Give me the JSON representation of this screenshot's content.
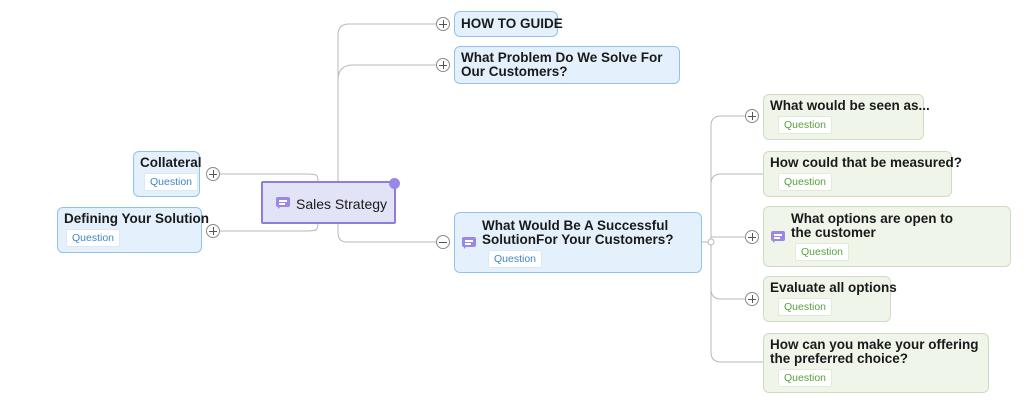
{
  "central": {
    "title": "Sales Strategy"
  },
  "left": [
    {
      "title": "Collateral",
      "tag": "Question"
    },
    {
      "title": "Defining Your Solution",
      "tag": "Question"
    }
  ],
  "right": [
    {
      "title": "HOW TO GUIDE"
    },
    {
      "title": "What Problem Do We Solve For Our Customers?"
    },
    {
      "title": "What Would Be A Successful SolutionFor Your Customers?",
      "tag": "Question"
    }
  ],
  "sub": [
    {
      "title": "What would be seen as...",
      "tag": "Question"
    },
    {
      "title": "How could that be measured?",
      "tag": "Question"
    },
    {
      "title": "What options are open to the customer",
      "tag": "Question"
    },
    {
      "title": "Evaluate all options",
      "tag": "Question"
    },
    {
      "title": "How can you make your offering the preferred choice?",
      "tag": "Question"
    }
  ],
  "colors": {
    "blue_node": "#e4f1fc",
    "green_node": "#eff5e9",
    "central_node": "#e2e3f6",
    "accent": "#9b87e8",
    "connector": "#b8b8b8"
  }
}
